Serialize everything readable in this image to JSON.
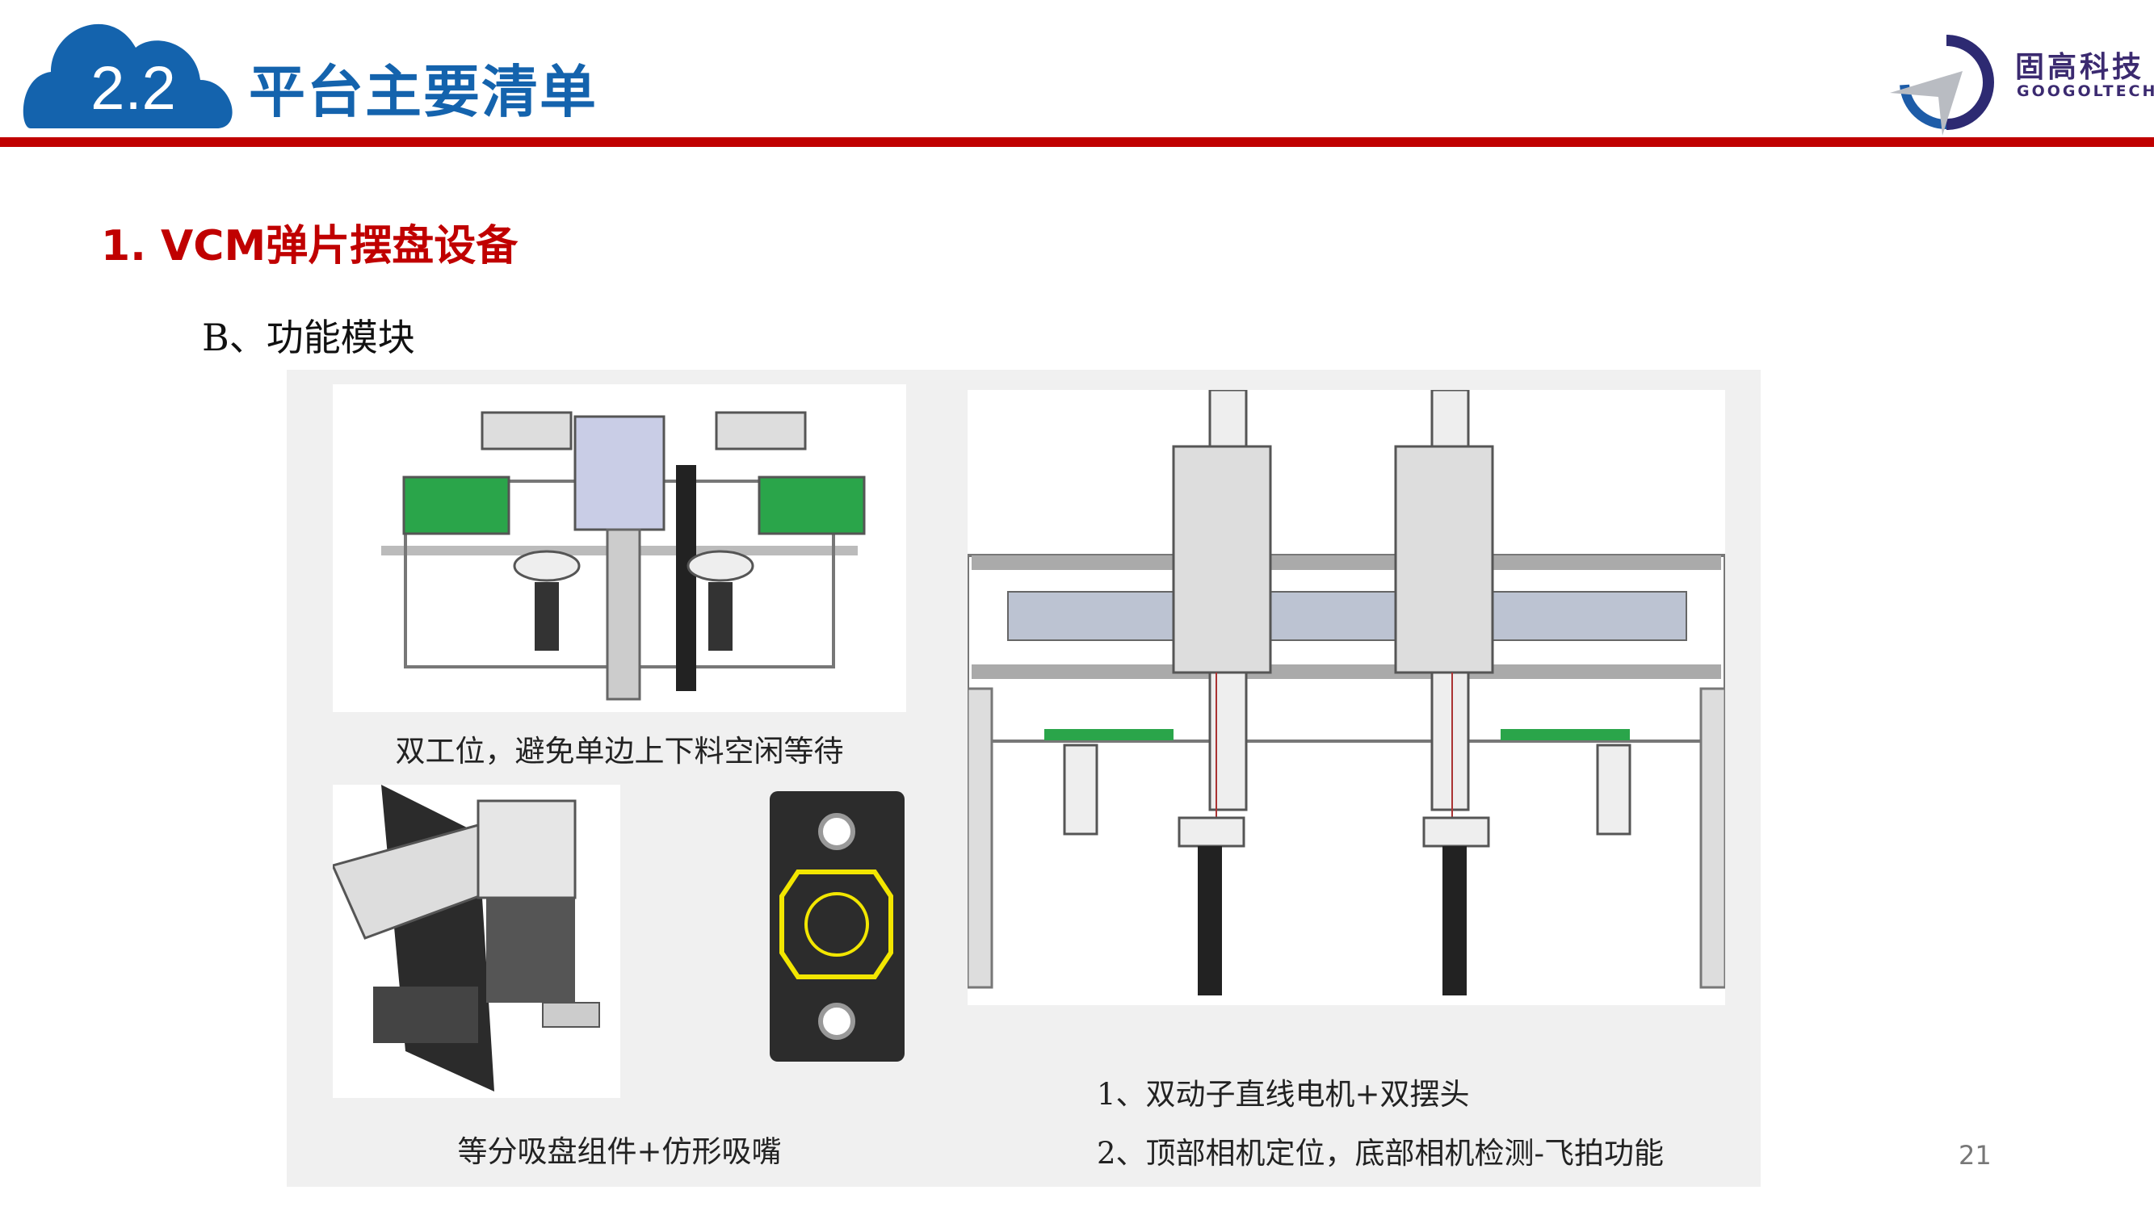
{
  "header": {
    "section_number": "2.2",
    "title": "平台主要清单",
    "logo": {
      "cn": "固高科技",
      "en": "GOOGOLTECH"
    }
  },
  "content": {
    "heading": "1. VCM弹片摆盘设备",
    "subheading": "B、功能模块",
    "captions": {
      "dual_station": "双工位，避免单边上下料空闲等待",
      "suction": "等分吸盘组件+仿形吸嘴",
      "feature_1": "1、双动子直线电机+双摆头",
      "feature_2": "2、顶部相机定位，底部相机检测-飞拍功能"
    }
  },
  "footer": {
    "page_number": "21"
  },
  "colors": {
    "brand_blue": "#1463ad",
    "accent_red": "#c00000",
    "logo_purple": "#3b2a70"
  }
}
